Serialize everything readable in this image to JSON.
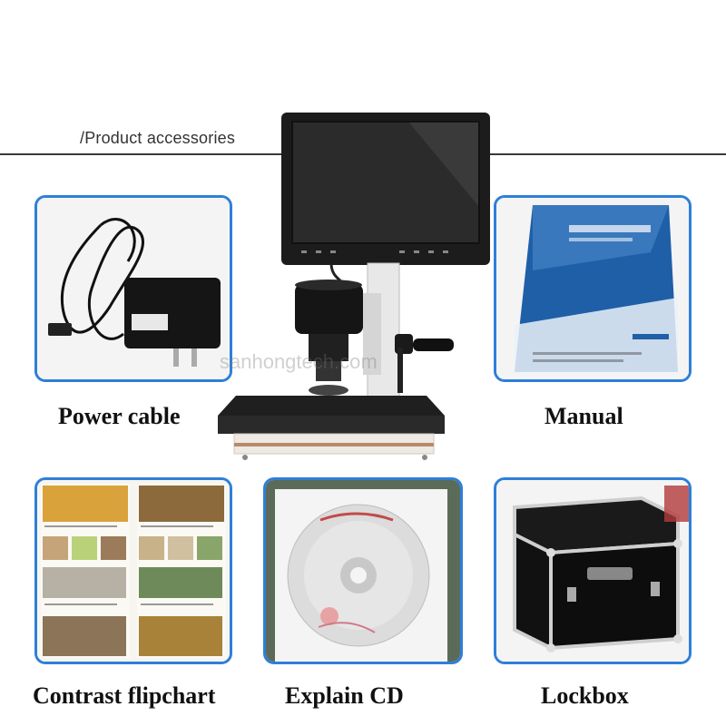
{
  "header": {
    "title": "/Product accessories"
  },
  "watermark": "sanhongtech.com",
  "accessories": [
    {
      "label": "Power cable"
    },
    {
      "label": "Manual"
    },
    {
      "label": "Contrast flipchart"
    },
    {
      "label": "Explain CD"
    },
    {
      "label": "Lockbox"
    }
  ],
  "colors": {
    "card_border": "#2e7fd8",
    "rule_line": "#3a3a3a"
  }
}
